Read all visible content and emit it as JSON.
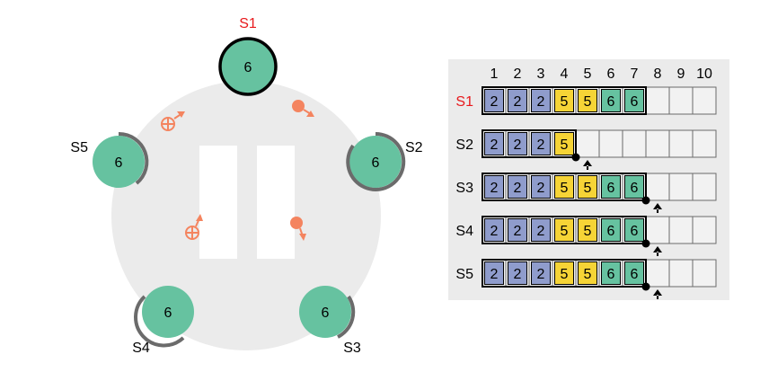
{
  "colors": {
    "ring_bg": "#ebebeb",
    "server_fill": "#66c2a0",
    "leader_border": "#000000",
    "follower_arc": "#6b6b6b",
    "message": "#f4845f",
    "leader_label": "#e8191c",
    "term_colors": {
      "2": "#8f9ccc",
      "5": "#f6d436",
      "6": "#66c2a0"
    },
    "table_bg": "#ebebeb",
    "empty_cell": "#f2f2f2"
  },
  "servers": [
    {
      "id": "S1",
      "term": "6",
      "leader": true
    },
    {
      "id": "S2",
      "term": "6",
      "leader": false
    },
    {
      "id": "S3",
      "term": "6",
      "leader": false
    },
    {
      "id": "S4",
      "term": "6",
      "leader": false
    },
    {
      "id": "S5",
      "term": "6",
      "leader": false
    }
  ],
  "messages": [
    {
      "kind": "request",
      "icon": "append-request-icon"
    },
    {
      "kind": "response",
      "icon": "append-response-icon"
    },
    {
      "kind": "response",
      "icon": "append-response-icon"
    },
    {
      "kind": "request",
      "icon": "append-request-icon"
    }
  ],
  "log_table": {
    "indices": [
      "1",
      "2",
      "3",
      "4",
      "5",
      "6",
      "7",
      "8",
      "9",
      "10"
    ],
    "rows": [
      {
        "server": "S1",
        "leader": true,
        "entries": [
          "2",
          "2",
          "2",
          "5",
          "5",
          "6",
          "6"
        ],
        "commit_dot": false,
        "next_index_marker": false
      },
      {
        "server": "S2",
        "leader": false,
        "entries": [
          "2",
          "2",
          "2",
          "5"
        ],
        "commit_dot": true,
        "next_index_marker": true
      },
      {
        "server": "S3",
        "leader": false,
        "entries": [
          "2",
          "2",
          "2",
          "5",
          "5",
          "6",
          "6"
        ],
        "commit_dot": true,
        "next_index_marker": true
      },
      {
        "server": "S4",
        "leader": false,
        "entries": [
          "2",
          "2",
          "2",
          "5",
          "5",
          "6",
          "6"
        ],
        "commit_dot": true,
        "next_index_marker": true
      },
      {
        "server": "S5",
        "leader": false,
        "entries": [
          "2",
          "2",
          "2",
          "5",
          "5",
          "6",
          "6"
        ],
        "commit_dot": true,
        "next_index_marker": true
      }
    ]
  }
}
